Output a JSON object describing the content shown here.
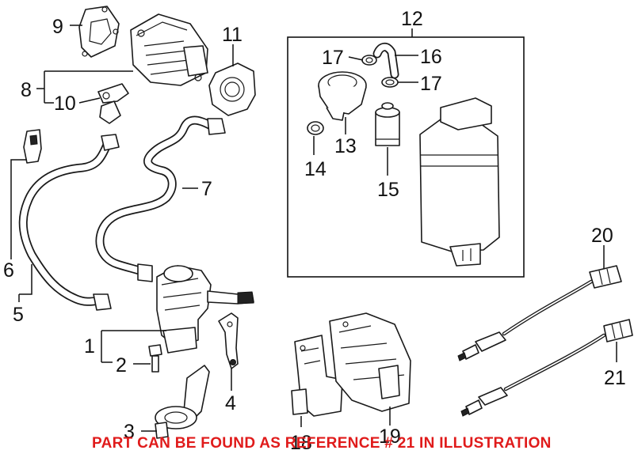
{
  "diagram": {
    "callouts": [
      "1",
      "2",
      "3",
      "4",
      "5",
      "6",
      "7",
      "8",
      "9",
      "10",
      "11",
      "12",
      "13",
      "14",
      "15",
      "16",
      "17",
      "17",
      "18",
      "19",
      "20",
      "21"
    ],
    "footer_note": "PART CAN BE FOUND AS REFERENCE # 21 IN ILLUSTRATION",
    "note_color": "#e01b1b",
    "line_color": "#1a1a1a"
  }
}
